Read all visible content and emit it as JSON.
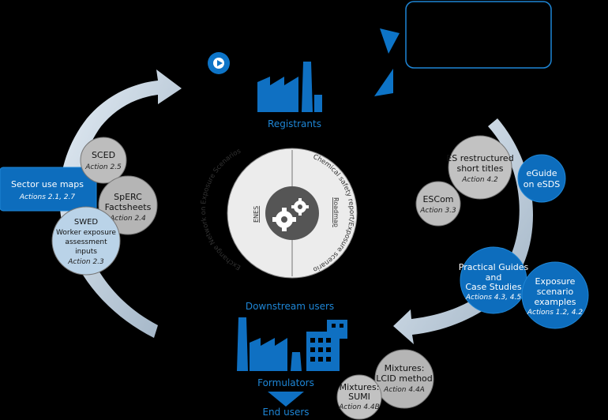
{
  "actors": {
    "registrants": "Registrants",
    "downstream_users": "Downstream users",
    "formulators": "Formulators",
    "end_users": "End users"
  },
  "hub": {
    "left_arc": "Exchange Network on Exposure Scenarios",
    "left_arc_short": "ENES",
    "right_arc": "Chemical safety report/Exposure scenario",
    "right_arc_short": "Roadmap"
  },
  "sector_box": {
    "title": "Sector use maps",
    "actions": "Actions 2.1, 2.7"
  },
  "bubbles": {
    "sced": {
      "title": "SCED",
      "actions": "Action 2.5"
    },
    "spercs": {
      "title1": "SpERC",
      "title2": "Factsheets",
      "actions": "Action 2.4"
    },
    "swed": {
      "title1": "SWED",
      "title2": "Worker exposure",
      "title3": "assessment",
      "title4": "inputs",
      "actions": "Action 2.3"
    },
    "es_titles": {
      "title1": "ES restructured",
      "title2": "short titles",
      "actions": "Action 4.2"
    },
    "escom": {
      "title": "ESCom",
      "actions": "Action 3.3"
    },
    "eguide": {
      "title1": "eGuide",
      "title2": "on eSDS"
    },
    "practical": {
      "title1": "Practical Guides",
      "title2": "and",
      "title3": "Case Studies",
      "actions": "Actions 4.3, 4.5"
    },
    "es_examples": {
      "title1": "Exposure",
      "title2": "scenario",
      "title3": "examples",
      "actions": "Actions 1.2, 4.2"
    },
    "sumi": {
      "title1": "Mixtures:",
      "title2": "SUMI",
      "actions": "Action 4.4B"
    },
    "lcid": {
      "title1": "Mixtures:",
      "title2": "LCID method",
      "actions": "Action 4.4A"
    }
  },
  "colors": {
    "blue": "#0a6ebd",
    "dark_blue": "#1565a8",
    "grey": "#b5b5b5",
    "light_blue": "#b9d3e8",
    "arrow": "#c9d6e2"
  },
  "icons": {
    "top_logo": "play-arrow-logo-icon",
    "factory": "factory-icon",
    "office": "office-building-icon",
    "gears": "gears-icon"
  }
}
